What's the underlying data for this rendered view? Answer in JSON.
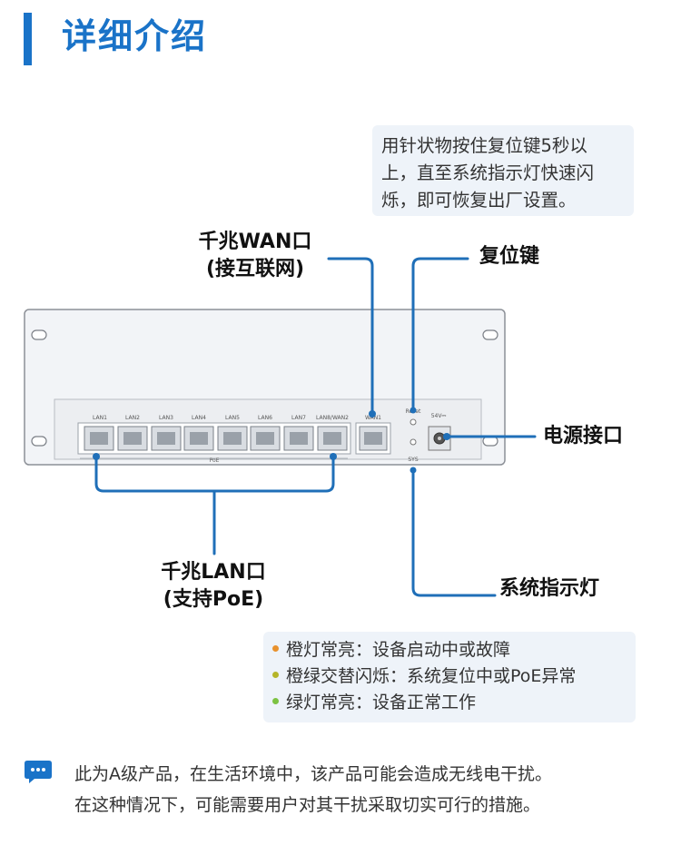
{
  "header": {
    "title": "详细介绍"
  },
  "reset_note": {
    "lines": [
      "用针状物按住复位键5秒以",
      "上，直至系统指示灯快速闪",
      "烁，即可恢复出厂设置。"
    ]
  },
  "labels": {
    "wan": [
      "千兆WAN口",
      "(接互联网)"
    ],
    "reset": "复位键",
    "power": "电源接口",
    "lan": [
      "千兆LAN口",
      "(支持PoE)"
    ],
    "sys": "系统指示灯"
  },
  "device": {
    "lan_ports": [
      "LAN1",
      "LAN2",
      "LAN3",
      "LAN4",
      "LAN5",
      "LAN6",
      "LAN7",
      "LAN8/WAN2"
    ],
    "poe_label": "PoE",
    "wan_port": "WAN1",
    "reset_label": "Reset",
    "sys_label": "SYS",
    "power_label": "54V⎓"
  },
  "legend": [
    {
      "color": "#e8912d",
      "text": "橙灯常亮：设备启动中或故障"
    },
    {
      "color": "#b5b52a",
      "text": "橙绿交替闪烁：系统复位中或PoE异常"
    },
    {
      "color": "#7cc242",
      "text": "绿灯常亮：设备正常工作"
    }
  ],
  "footer": {
    "icon": "chat-bubble-icon",
    "lines": [
      "此为A级产品，在生活环境中，该产品可能会造成无线电干扰。",
      "在这种情况下，可能需要用户对其干扰采取切实可行的措施。"
    ]
  },
  "colors": {
    "accent": "#1a73c8",
    "callout_line": "#1f6fb8"
  }
}
